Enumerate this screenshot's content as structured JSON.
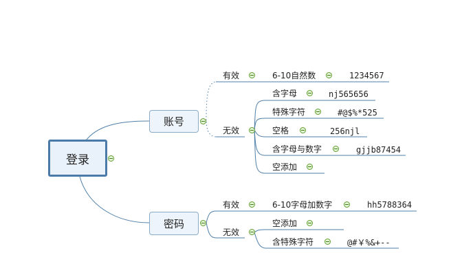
{
  "root": "登录",
  "account": {
    "label": "账号",
    "valid": {
      "label": "有效",
      "desc": "6-10自然数",
      "example": "1234567"
    },
    "invalid": {
      "label": "无效",
      "items": [
        {
          "label": "含字母",
          "example": "nj565656"
        },
        {
          "label": "特殊字符",
          "example": "#@$%*525"
        },
        {
          "label": "空格",
          "example": "256njl"
        },
        {
          "label": "含字母与数字",
          "example": "gjjb87454"
        },
        {
          "label": "空添加"
        }
      ]
    }
  },
  "password": {
    "label": "密码",
    "valid": {
      "label": "有效",
      "desc": "6-10字母加数字",
      "example": "hh5788364"
    },
    "invalid": {
      "label": "无效",
      "items": [
        {
          "label": "空添加"
        },
        {
          "label": "含特殊字符",
          "example": "@#￥%&+--"
        }
      ]
    }
  },
  "colors": {
    "line": "#4f7fa8",
    "collapse_icon": "#5d9e2e",
    "root_border": "#4a7aa8"
  }
}
